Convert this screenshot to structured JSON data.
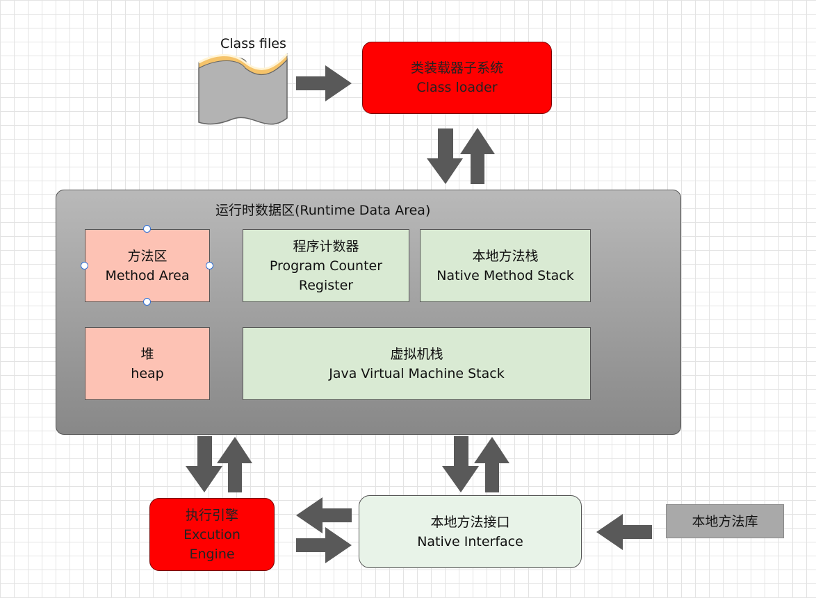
{
  "classfiles": {
    "label": "Class files"
  },
  "classloader": {
    "line1": "类装载器子系统",
    "line2": "Class loader"
  },
  "runtime": {
    "title": "运行时数据区(Runtime Data Area)"
  },
  "method_area": {
    "line1": "方法区",
    "line2": "Method Area"
  },
  "pc_register": {
    "line1": "程序计数器",
    "line2": "Program Counter",
    "line3": "Register"
  },
  "native_stack": {
    "line1": "本地方法栈",
    "line2": "Native Method Stack"
  },
  "heap": {
    "line1": "堆",
    "line2": "heap"
  },
  "jvm_stack": {
    "line1": "虚拟机栈",
    "line2": "Java Virtual Machine Stack"
  },
  "engine": {
    "line1": "执行引擎",
    "line2": "Excution",
    "line3": "Engine"
  },
  "native_interface": {
    "line1": "本地方法接口",
    "line2": "Native Interface"
  },
  "native_lib": {
    "label": "本地方法库"
  },
  "colors": {
    "red": "#ff0000",
    "pink": "#fdc2b4",
    "green": "#d9ead3",
    "light_green": "#e8f3e8",
    "arrow": "#595959",
    "selection_handle": "#2f6fd6"
  }
}
